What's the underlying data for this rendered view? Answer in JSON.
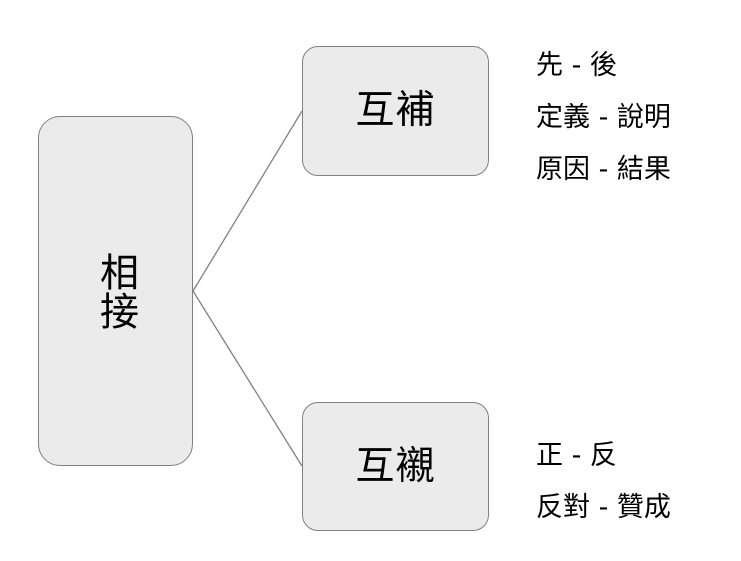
{
  "diagram": {
    "type": "tree-diagram",
    "background_color": "#ffffff",
    "node_fill": "#ebebeb",
    "node_border": "#808080",
    "connector_color": "#808080",
    "text_color": "#000000",
    "root": {
      "label": "相接",
      "orientation": "vertical"
    },
    "branches": [
      {
        "label": "互補",
        "annotations": [
          "先 - 後",
          "定義 - 說明",
          "原因 - 結果"
        ]
      },
      {
        "label": "互襯",
        "annotations": [
          "正 - 反",
          "反對 - 贊成"
        ]
      }
    ]
  }
}
